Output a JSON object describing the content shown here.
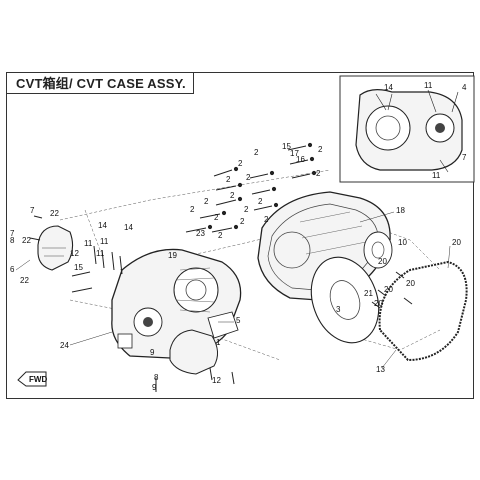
{
  "title": "CVT箱组/ CVT CASE ASSY.",
  "direction_tag": "FWD",
  "inset_labels": [
    "14",
    "11",
    "4",
    "7",
    "11"
  ],
  "callouts": [
    "7",
    "22",
    "7",
    "8",
    "22",
    "22",
    "6",
    "14",
    "12",
    "11",
    "15",
    "11",
    "11",
    "14",
    "19",
    "2",
    "15",
    "17",
    "16",
    "2",
    "2",
    "2",
    "2",
    "2",
    "2",
    "2",
    "2",
    "2",
    "2",
    "2",
    "2",
    "2",
    "2",
    "23",
    "18",
    "10",
    "20",
    "20",
    "20",
    "20",
    "20",
    "21",
    "3",
    "13",
    "5",
    "1",
    "24",
    "9",
    "12",
    "8",
    "9"
  ],
  "colors": {
    "ink": "#222222",
    "fill": "#f4f4f4",
    "dash": "#555555"
  }
}
